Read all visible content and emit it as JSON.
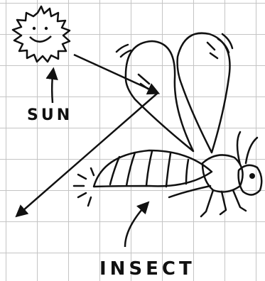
{
  "labels": {
    "sun": "SUN",
    "insect": "INSECT"
  },
  "colors": {
    "ink": "#111111",
    "grid": "#c4c4c4",
    "paper": "#ffffff"
  },
  "icons": [
    "sun-icon",
    "insect-icon",
    "light-ray-arrows",
    "label-arrows"
  ]
}
